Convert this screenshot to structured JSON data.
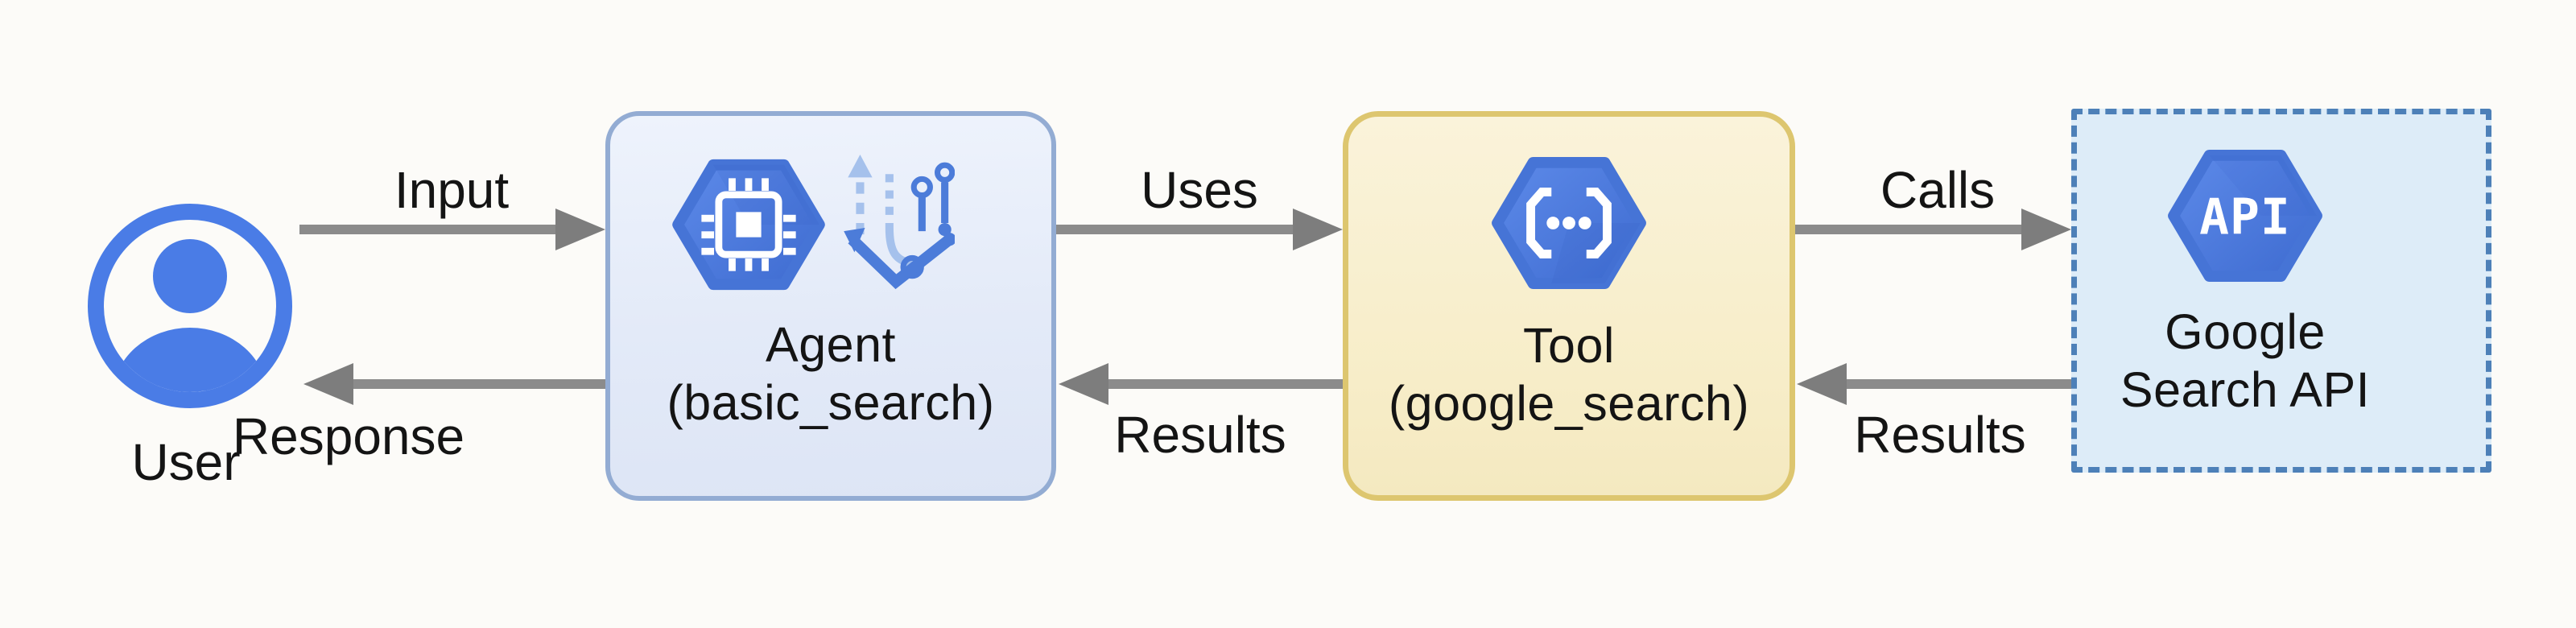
{
  "diagram": {
    "background_color": "#fcfbf8",
    "arrow_color": "#868686",
    "hexagon_blue": "#4877dd",
    "nodes": {
      "user": {
        "label": "User",
        "icon": "user-avatar-icon",
        "icon_color": "#4a7ce6"
      },
      "agent": {
        "title": "Agent",
        "subtitle": "(basic_search)",
        "icons": [
          "cpu-chip-hexagon-icon",
          "branching-paths-icon"
        ],
        "fill": "#e3eaf8",
        "border": "#93acd3"
      },
      "tool": {
        "title": "Tool",
        "subtitle": "(google_search)",
        "icons": [
          "code-brackets-hexagon-icon"
        ],
        "fill": "#f7edc8",
        "border": "#ddc66f"
      },
      "api": {
        "title": "Google",
        "subtitle": "Search API",
        "icons": [
          "api-hexagon-icon"
        ],
        "icon_text": "API",
        "fill": "#ddecf8",
        "border": "#4d80b8",
        "border_style": "dashed"
      }
    },
    "edges": [
      {
        "label": "Input",
        "from": "user",
        "to": "agent",
        "direction": "right"
      },
      {
        "label": "Response",
        "from": "agent",
        "to": "user",
        "direction": "left"
      },
      {
        "label": "Uses",
        "from": "agent",
        "to": "tool",
        "direction": "right"
      },
      {
        "label": "Results",
        "from": "tool",
        "to": "agent",
        "direction": "left"
      },
      {
        "label": "Calls",
        "from": "tool",
        "to": "api",
        "direction": "right"
      },
      {
        "label": "Results",
        "from": "api",
        "to": "tool",
        "direction": "left"
      }
    ]
  }
}
